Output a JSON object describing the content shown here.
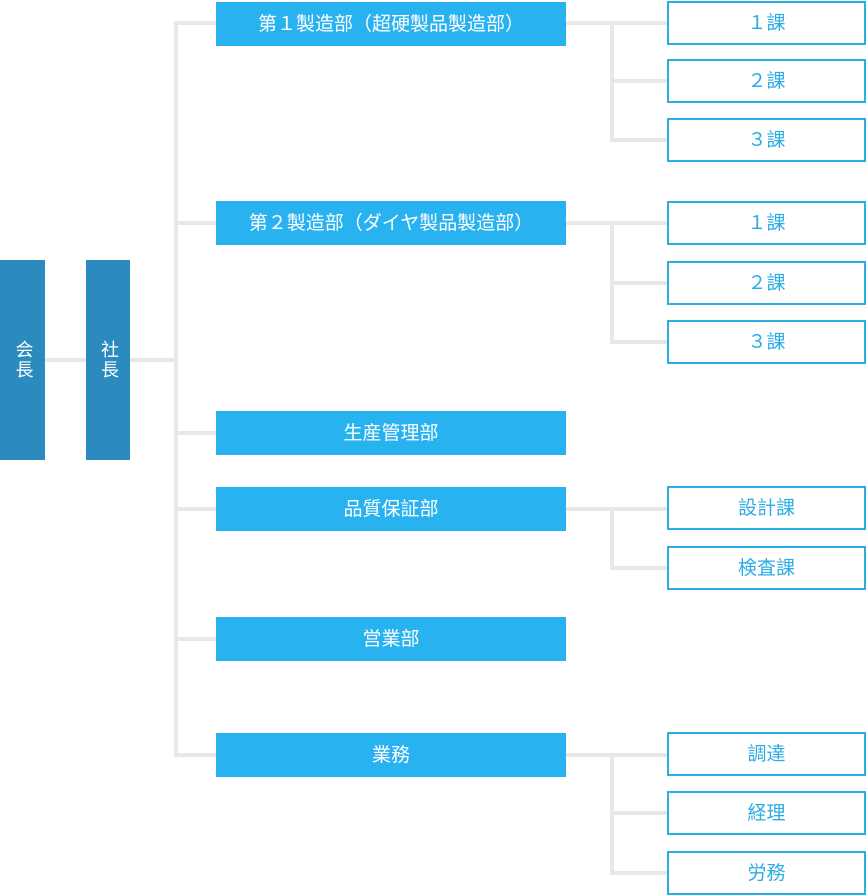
{
  "diagram": {
    "type": "org-chart",
    "executives": [
      {
        "label": "会長"
      },
      {
        "label": "社長"
      }
    ],
    "departments": [
      {
        "label": "第１製造部（超硬製品製造部）",
        "sections": [
          "１課",
          "２課",
          "３課"
        ]
      },
      {
        "label": "第２製造部（ダイヤ製品製造部）",
        "sections": [
          "１課",
          "２課",
          "３課"
        ]
      },
      {
        "label": "生産管理部",
        "sections": []
      },
      {
        "label": "品質保証部",
        "sections": [
          "設計課",
          "検査課"
        ]
      },
      {
        "label": "営業部",
        "sections": []
      },
      {
        "label": "業務",
        "sections": [
          "調達",
          "経理",
          "労務"
        ]
      }
    ]
  },
  "colors": {
    "executive_fill": "#2B8BBE",
    "department_fill": "#29B2F0",
    "section_border": "#2EACE6",
    "section_text": "#2EACE6",
    "connector": "#E8E8E8",
    "label_text": "#FFFFFF",
    "background": "#FFFFFF"
  }
}
